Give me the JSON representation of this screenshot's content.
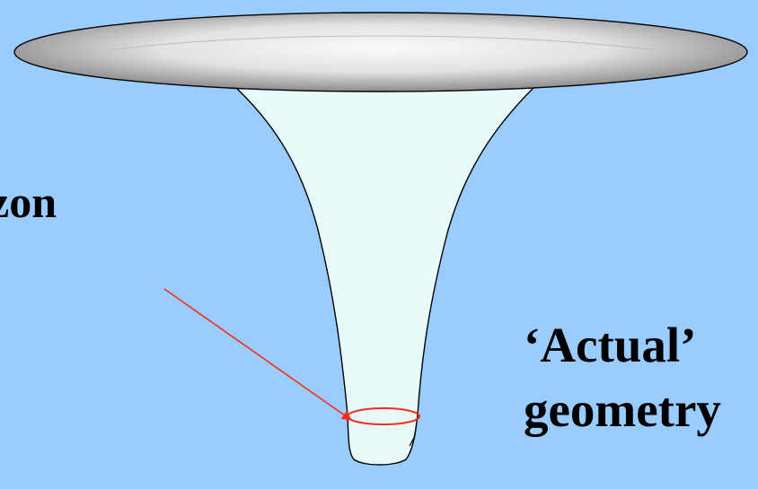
{
  "labels": {
    "horizon_partial": "zon",
    "actual": "‘Actual’",
    "geometry_partial": "geometry"
  },
  "colors": {
    "background": "#99ccff",
    "funnel_fill": "#e6fafa",
    "disk_edge": "#8c8c8c",
    "disk_center": "#fafafa",
    "horizon_ring": "#ff2a1a",
    "arrow": "#ff2a1a",
    "outline": "#000000"
  },
  "icons": {
    "arrow": "red-arrow",
    "ring": "red-ring"
  }
}
